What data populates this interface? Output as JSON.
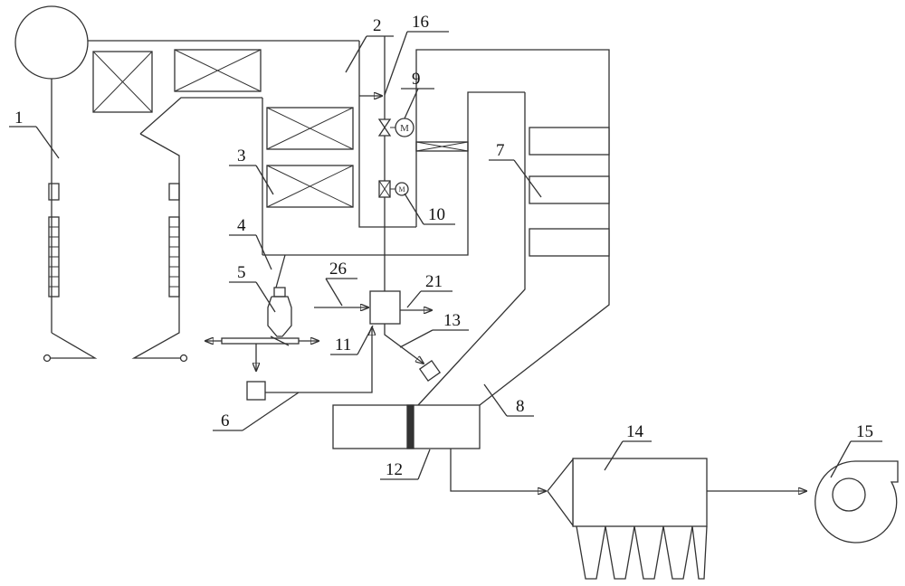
{
  "labels": {
    "l1": "1",
    "l2": "2",
    "l3": "3",
    "l4": "4",
    "l5": "5",
    "l6": "6",
    "l7": "7",
    "l8": "8",
    "l9": "9",
    "l10": "10",
    "l11": "11",
    "l12": "12",
    "l13": "13",
    "l14": "14",
    "l15": "15",
    "l16": "16",
    "l21": "21",
    "l26": "26"
  },
  "gauges": {
    "g9": "M",
    "g10": "M"
  }
}
